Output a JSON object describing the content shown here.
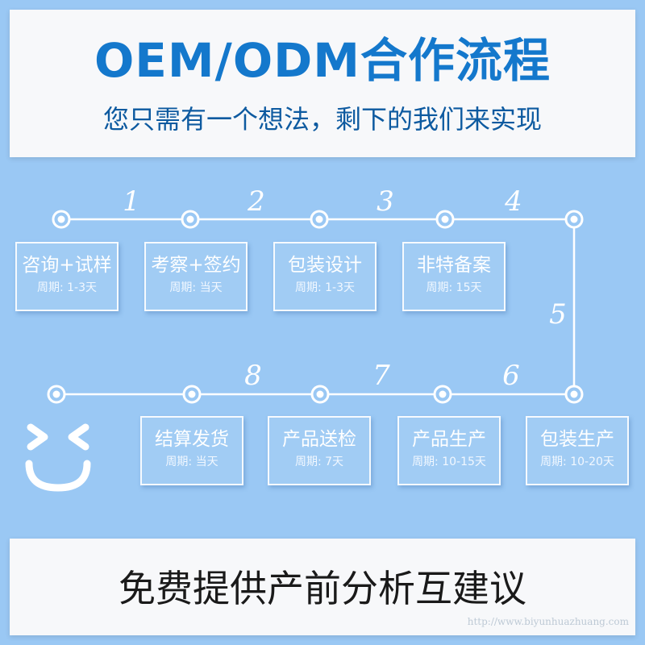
{
  "header": {
    "title": "OEM/ODM合作流程",
    "subtitle": "您只需有一个想法，剩下的我们来实现"
  },
  "steps": [
    {
      "number": "1",
      "name": "咨询+试样",
      "period": "周期: 1-3天"
    },
    {
      "number": "2",
      "name": "考察+签约",
      "period": "周期: 当天"
    },
    {
      "number": "3",
      "name": "包装设计",
      "period": "周期: 1-3天"
    },
    {
      "number": "4",
      "name": "非特备案",
      "period": "周期: 15天"
    },
    {
      "number": "5",
      "name": "包装生产",
      "period": "周期: 10-20天"
    },
    {
      "number": "6",
      "name": "产品生产",
      "period": "周期: 10-15天"
    },
    {
      "number": "7",
      "name": "产品送检",
      "period": "周期: 7天"
    },
    {
      "number": "8",
      "name": "结算发货",
      "period": "周期: 当天"
    }
  ],
  "footer": {
    "text": "免费提供产前分析互建议"
  },
  "watermark": "http://www.biyunhuazhuang.com",
  "colors": {
    "background": "#9ac8f4",
    "title": "#1478cc",
    "subtitle": "#0d5aa0",
    "line": "#ffffff"
  },
  "icons": {
    "mascot": "smiley-face-icon"
  }
}
